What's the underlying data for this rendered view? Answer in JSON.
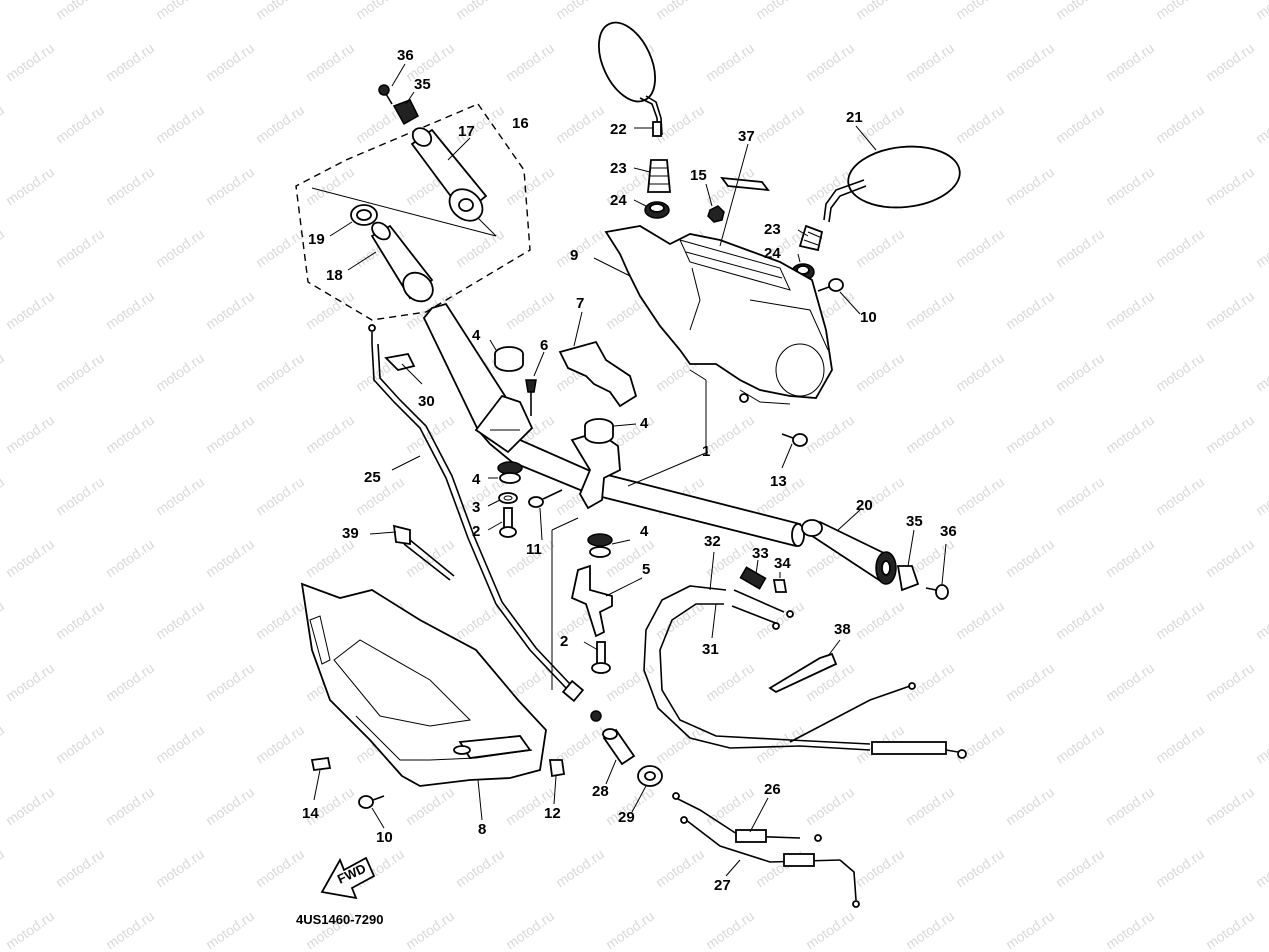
{
  "watermark": "motod.ru",
  "diagram_code": "4US1460-7290",
  "fwd_label": "FWD",
  "callouts": [
    {
      "id": "c36a",
      "text": "36"
    },
    {
      "id": "c35a",
      "text": "35"
    },
    {
      "id": "c16",
      "text": "16"
    },
    {
      "id": "c17",
      "text": "17"
    },
    {
      "id": "c19",
      "text": "19"
    },
    {
      "id": "c18",
      "text": "18"
    },
    {
      "id": "c22",
      "text": "22"
    },
    {
      "id": "c23a",
      "text": "23"
    },
    {
      "id": "c24a",
      "text": "24"
    },
    {
      "id": "c15",
      "text": "15"
    },
    {
      "id": "c37",
      "text": "37"
    },
    {
      "id": "c21",
      "text": "21"
    },
    {
      "id": "c23b",
      "text": "23"
    },
    {
      "id": "c24b",
      "text": "24"
    },
    {
      "id": "c9",
      "text": "9"
    },
    {
      "id": "c10a",
      "text": "10"
    },
    {
      "id": "c7",
      "text": "7"
    },
    {
      "id": "c6",
      "text": "6"
    },
    {
      "id": "c4a",
      "text": "4"
    },
    {
      "id": "c30",
      "text": "30"
    },
    {
      "id": "c4b",
      "text": "4"
    },
    {
      "id": "c1",
      "text": "1"
    },
    {
      "id": "c13",
      "text": "13"
    },
    {
      "id": "c25",
      "text": "25"
    },
    {
      "id": "c4c",
      "text": "4"
    },
    {
      "id": "c3",
      "text": "3"
    },
    {
      "id": "c2a",
      "text": "2"
    },
    {
      "id": "c11",
      "text": "11"
    },
    {
      "id": "c4d",
      "text": "4"
    },
    {
      "id": "c39",
      "text": "39"
    },
    {
      "id": "c5",
      "text": "5"
    },
    {
      "id": "c32",
      "text": "32"
    },
    {
      "id": "c33",
      "text": "33"
    },
    {
      "id": "c34",
      "text": "34"
    },
    {
      "id": "c20",
      "text": "20"
    },
    {
      "id": "c35b",
      "text": "35"
    },
    {
      "id": "c36b",
      "text": "36"
    },
    {
      "id": "c31",
      "text": "31"
    },
    {
      "id": "c38",
      "text": "38"
    },
    {
      "id": "c2b",
      "text": "2"
    },
    {
      "id": "c14",
      "text": "14"
    },
    {
      "id": "c10b",
      "text": "10"
    },
    {
      "id": "c8",
      "text": "8"
    },
    {
      "id": "c12",
      "text": "12"
    },
    {
      "id": "c28",
      "text": "28"
    },
    {
      "id": "c29",
      "text": "29"
    },
    {
      "id": "c26",
      "text": "26"
    },
    {
      "id": "c27",
      "text": "27"
    }
  ]
}
